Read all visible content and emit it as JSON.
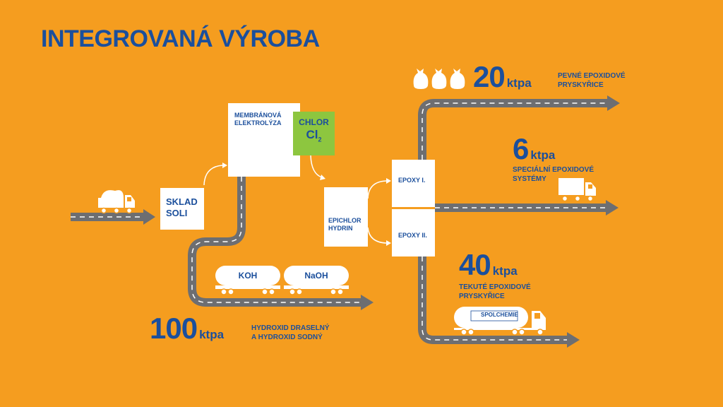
{
  "title": "INTEGROVANÁ VÝROBA",
  "nodes": {
    "sklad_soli": "SKLAD\nSOLI",
    "membranova_elektrolyza": "MEMBRÁNOVÁ\nELEKTROLÝZA",
    "chlor": "CHLOR",
    "chlor_formula": "Cl",
    "chlor_formula_sub": "2",
    "epichlorhydrin": "EPICHLOR\nHYDRIN",
    "epoxy_1": "EPOXY I.",
    "epoxy_2": "EPOXY II."
  },
  "tanks": {
    "koh": "KOH",
    "naoh": "NaOH"
  },
  "truck_brand": "SPOLCHEMIE",
  "outputs": {
    "hydroxide": {
      "value": "100",
      "unit": "ktpa",
      "label": "HYDROXID DRASELNÝ\nA HYDROXID SODNÝ"
    },
    "solid": {
      "value": "20",
      "unit": "ktpa",
      "label": "PEVNÉ EPOXIDOVÉ\nPRYSKYŘICE"
    },
    "special": {
      "value": "6",
      "unit": "ktpa",
      "label": "SPECIÁLNÍ EPOXIDOVÉ\nSYSTÉMY"
    },
    "liquid": {
      "value": "40",
      "unit": "ktpa",
      "label": "TEKUTÉ EPOXIDOVÉ\nPRYSKYŘICE"
    }
  },
  "colors": {
    "background": "#f59d1f",
    "brand_blue": "#1b4f9c",
    "road": "#6d6e71",
    "chlor_green": "#8dc63f"
  },
  "icons": [
    "truck-icon",
    "sack-icon",
    "tank-wagon-icon",
    "tanker-truck-icon"
  ]
}
